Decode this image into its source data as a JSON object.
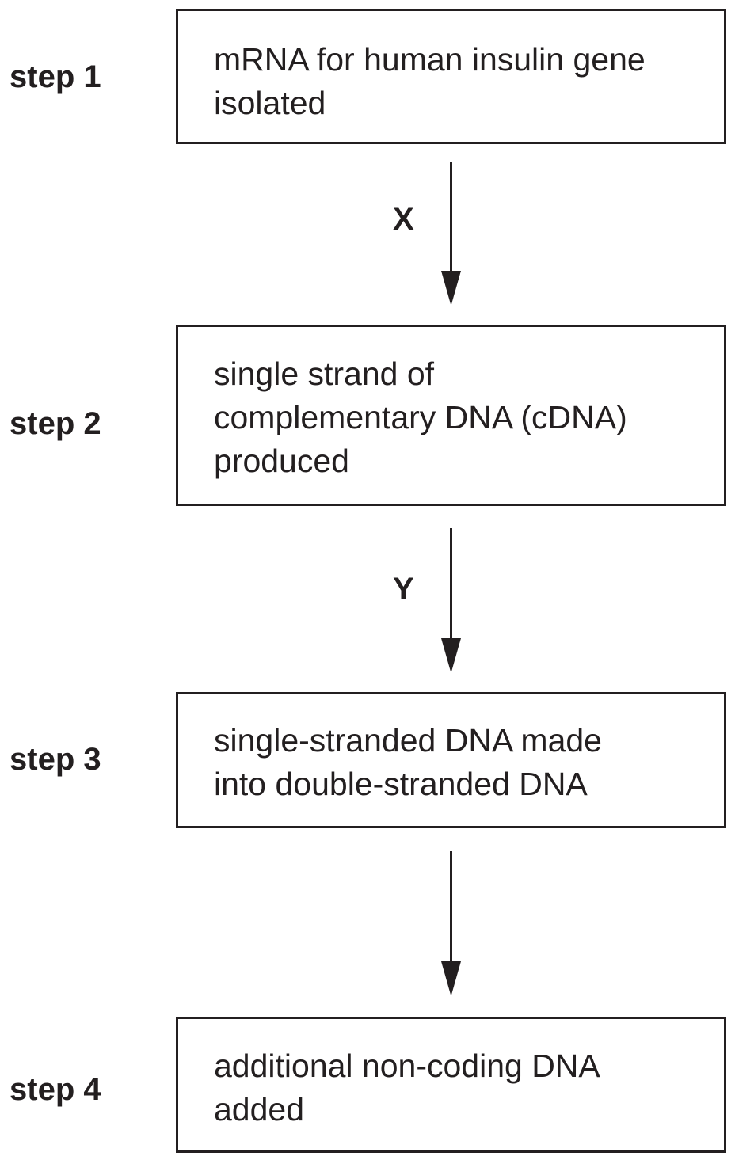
{
  "steps": [
    {
      "label": "step 1",
      "text": "mRNA for human insulin gene\nisolated"
    },
    {
      "label": "step 2",
      "text": "single strand of\ncomplementary DNA (cDNA)\nproduced"
    },
    {
      "label": "step 3",
      "text": "single-stranded DNA made\ninto double-stranded DNA"
    },
    {
      "label": "step 4",
      "text": "additional non-coding DNA\nadded"
    }
  ],
  "arrows": [
    {
      "label": "X"
    },
    {
      "label": "Y"
    },
    {
      "label": ""
    }
  ],
  "colors": {
    "ink": "#231f20",
    "background": "#ffffff"
  }
}
